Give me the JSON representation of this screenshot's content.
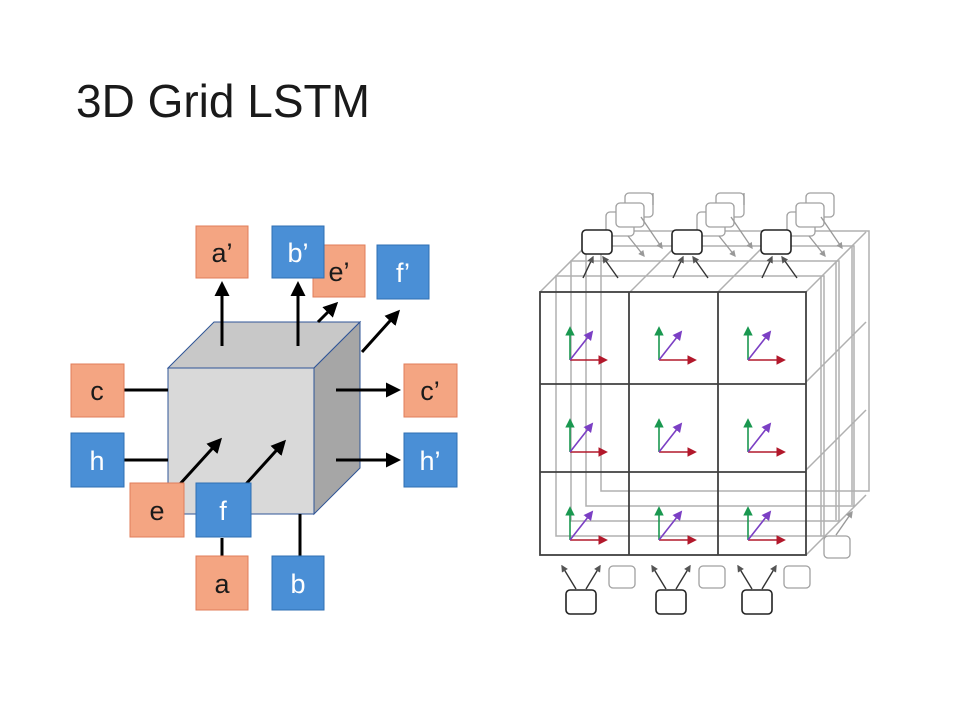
{
  "title": "3D Grid LSTM",
  "colors": {
    "orange": "#f4a582",
    "orange_border": "#e07d5a",
    "blue": "#4a8fd6",
    "blue_border": "#2f6fb3",
    "cube_front": "#d9d9d9",
    "cube_top": "#c4c4c4",
    "cube_side": "#a6a6a6",
    "grid_line": "#404040",
    "grid_back": "#a8a8a8",
    "axis_green": "#1a9850",
    "axis_purple": "#7b3fc4",
    "axis_red": "#b2182b"
  },
  "diagram": {
    "labels": {
      "a_out": "a’",
      "b_out": "b’",
      "e_out": "e’",
      "f_out": "f’",
      "c_in": "c",
      "h_in": "h",
      "c_out": "c’",
      "h_out": "h’",
      "e_in": "e",
      "f_in": "f",
      "a_in": "a",
      "b_in": "b"
    }
  }
}
